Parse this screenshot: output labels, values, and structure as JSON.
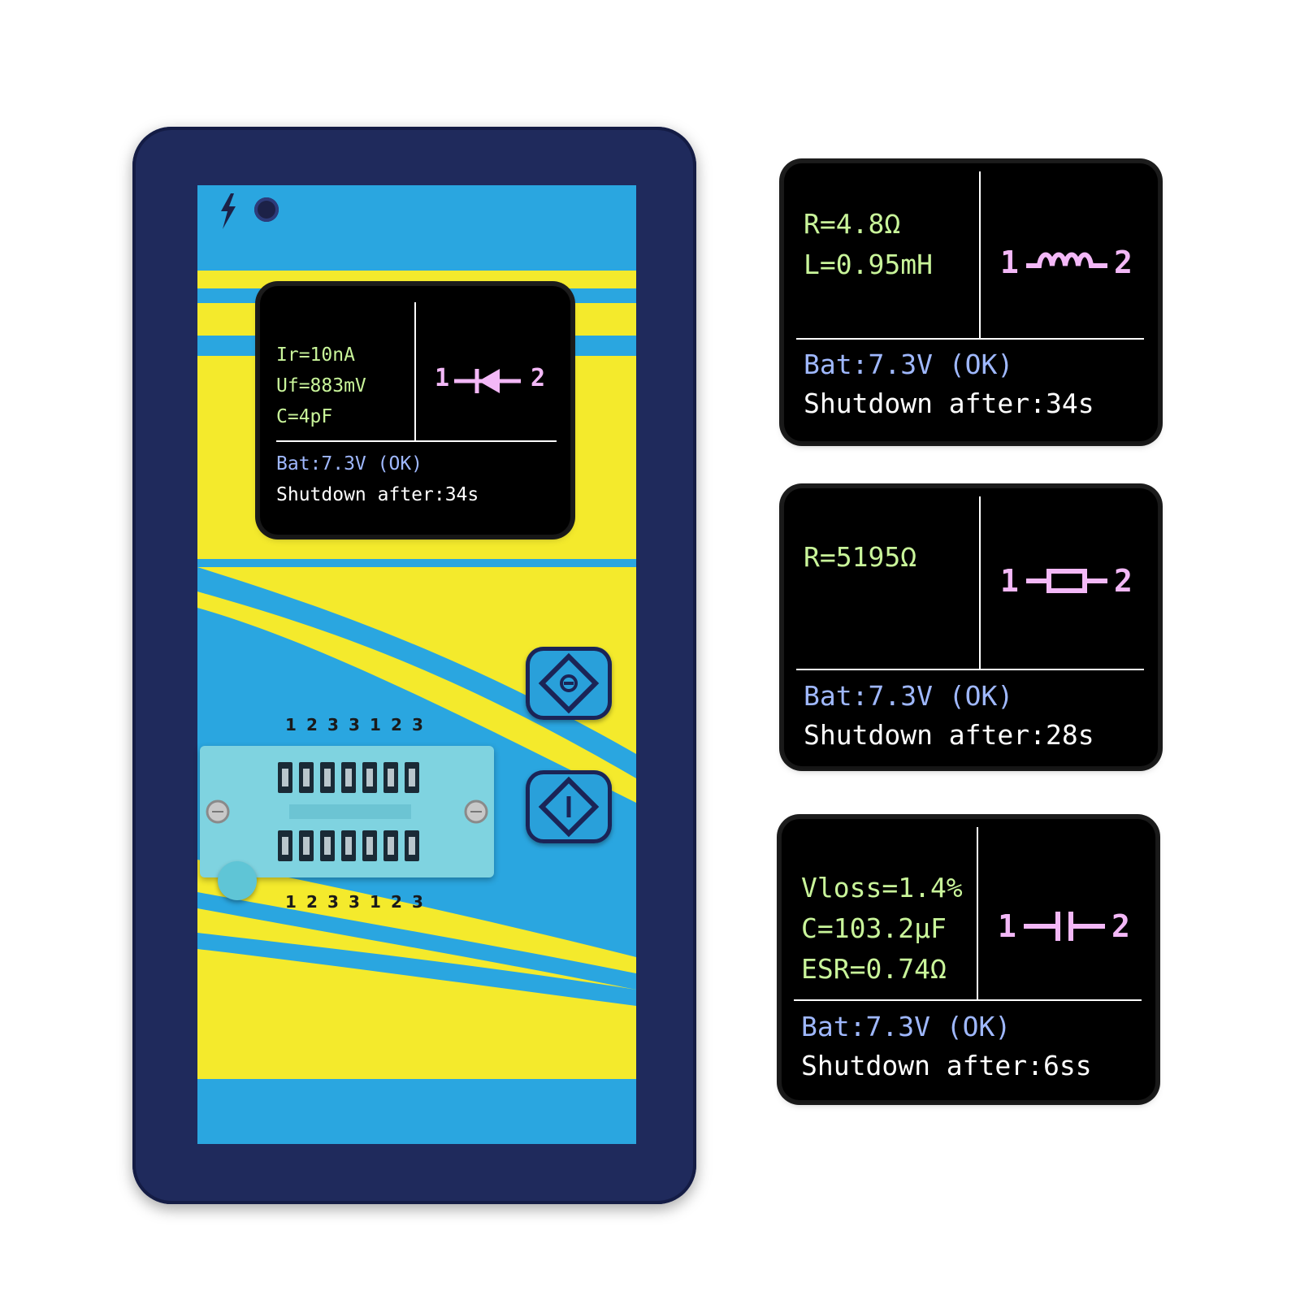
{
  "device": {
    "body_color": "#1f2a5c",
    "face_blue": "#2aa6e0",
    "face_yellow": "#f4ea2c",
    "main_screen": {
      "values": [
        "Ir=10nA",
        "Uf=883mV",
        "C=4pF"
      ],
      "pin_left": "1",
      "pin_right": "2",
      "symbol": "diode-icon",
      "battery": "Bat:7.3V (OK)",
      "shutdown": "Shutdown after:34s"
    },
    "buttons": [
      {
        "name": "test-button",
        "icon": "diamond-minus-icon"
      },
      {
        "name": "power-button",
        "icon": "diamond-power-icon"
      }
    ],
    "socket_pins_top": [
      "1",
      "2",
      "3",
      "3",
      "1",
      "2",
      "3"
    ],
    "socket_pins_bottom": [
      "1",
      "2",
      "3",
      "3",
      "1",
      "2",
      "3"
    ]
  },
  "screens": [
    {
      "values": [
        "R=4.8Ω",
        "L=0.95mH"
      ],
      "pin_left": "1",
      "pin_right": "2",
      "symbol": "inductor-icon",
      "battery": "Bat:7.3V (OK)",
      "shutdown": "Shutdown after:34s"
    },
    {
      "values": [
        "R=5195Ω"
      ],
      "pin_left": "1",
      "pin_right": "2",
      "symbol": "resistor-icon",
      "battery": "Bat:7.3V (OK)",
      "shutdown": "Shutdown after:28s"
    },
    {
      "values": [
        "Vloss=1.4%",
        "C=103.2µF",
        "ESR=0.74Ω"
      ],
      "pin_left": "1",
      "pin_right": "2",
      "symbol": "capacitor-icon",
      "battery": "Bat:7.3V (OK)",
      "shutdown": "Shutdown after:6ss"
    }
  ],
  "colors": {
    "value_text": "#c9f59a",
    "battery_text": "#9fb8ff",
    "symbol": "#f3b8f7"
  }
}
